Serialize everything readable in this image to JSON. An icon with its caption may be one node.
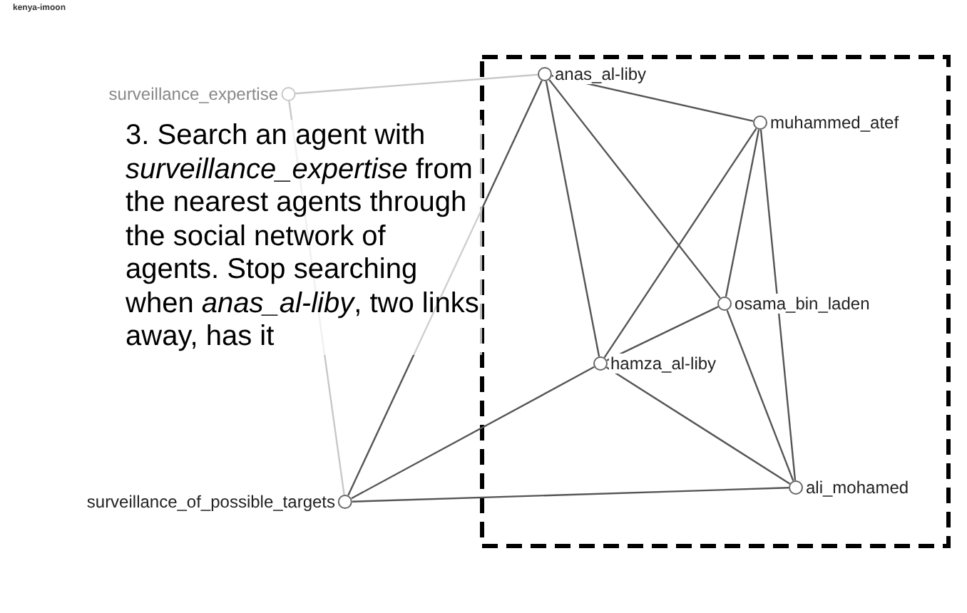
{
  "diagram": {
    "nodes": [
      {
        "text": [
          "anas_al-liby"
        ]
      },
      {
        "text": [
          "muhammed_atef"
        ]
      },
      {
        "text": [
          "surveillance_expertise"
        ]
      },
      {
        "text": [
          "osama_bin_laden"
        ]
      },
      {
        "text": [
          "hamza_al-liby"
        ]
      },
      {
        "text": [
          "surveillance_of_possible_targets"
        ]
      },
      {
        "text": [
          "ali_mohamed"
        ]
      }
    ],
    "edges": [
      {
        "from": 0,
        "to": 1,
        "arrow": "none"
      },
      {
        "from": 0,
        "to": 2,
        "arrow": "none",
        "color": "#c8c8c8"
      },
      {
        "from": 0,
        "to": 5,
        "arrow": "none"
      },
      {
        "from": 0,
        "to": 4,
        "arrow": "none"
      },
      {
        "from": 0,
        "to": 3,
        "arrow": "none"
      },
      {
        "from": 1,
        "to": 4,
        "arrow": "none"
      },
      {
        "from": 1,
        "to": 3,
        "arrow": "none"
      },
      {
        "from": 1,
        "to": 6,
        "arrow": "none"
      },
      {
        "from": 3,
        "to": 4,
        "arrow": "none"
      },
      {
        "from": 3,
        "to": 6,
        "arrow": "none"
      },
      {
        "from": 4,
        "to": 5,
        "arrow": "none"
      },
      {
        "from": 4,
        "to": 6,
        "arrow": "none"
      },
      {
        "from": 5,
        "to": 2,
        "arrow": "none",
        "color": "#c8c8c8"
      },
      {
        "from": 5,
        "to": 6,
        "arrow": "none"
      }
    ],
    "labels": [
      "kenya-imoon",
      "3. Search an agent with *surveillance_expertise* from the nearest agents through the social network of agents. Stop searching when *anas_al-liby*, two links away, has it"
    ]
  }
}
